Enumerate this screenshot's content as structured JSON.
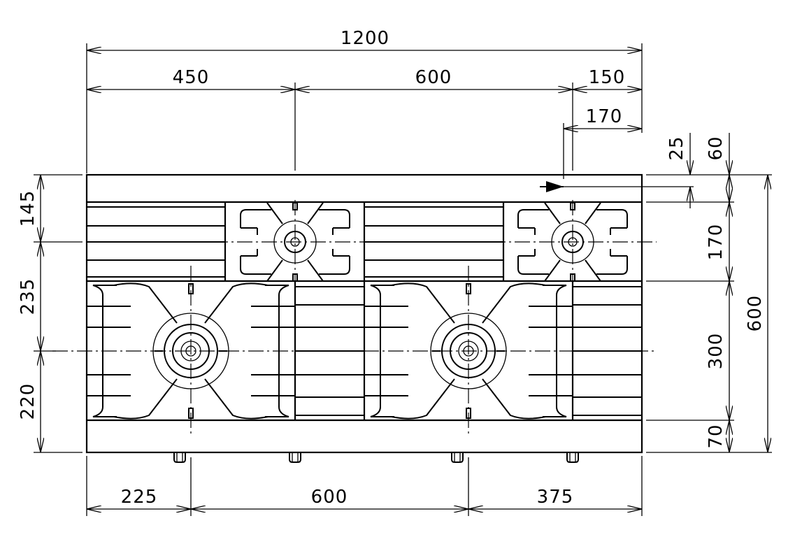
{
  "drawing": {
    "units": "mm",
    "dimensions": {
      "top": [
        {
          "label": "1200",
          "name": "dim-overall-width"
        },
        {
          "label": "450",
          "name": "dim-450"
        },
        {
          "label": "600",
          "name": "dim-600-top"
        },
        {
          "label": "150",
          "name": "dim-150"
        },
        {
          "label": "170",
          "name": "dim-170-top"
        }
      ],
      "bottom": [
        {
          "label": "225",
          "name": "dim-225"
        },
        {
          "label": "600",
          "name": "dim-600-bottom"
        },
        {
          "label": "375",
          "name": "dim-375"
        }
      ],
      "left": [
        {
          "label": "145",
          "name": "dim-145"
        },
        {
          "label": "235",
          "name": "dim-235"
        },
        {
          "label": "220",
          "name": "dim-220"
        }
      ],
      "right": [
        {
          "label": "25",
          "name": "dim-25"
        },
        {
          "label": "60",
          "name": "dim-60"
        },
        {
          "label": "170",
          "name": "dim-170-right"
        },
        {
          "label": "300",
          "name": "dim-300"
        },
        {
          "label": "70",
          "name": "dim-70"
        },
        {
          "label": "600",
          "name": "dim-overall-depth"
        }
      ]
    },
    "burners": [
      "small-burner-back-center",
      "small-burner-back-right",
      "large-burner-front-left",
      "large-burner-front-center"
    ],
    "knob_count": 4
  }
}
